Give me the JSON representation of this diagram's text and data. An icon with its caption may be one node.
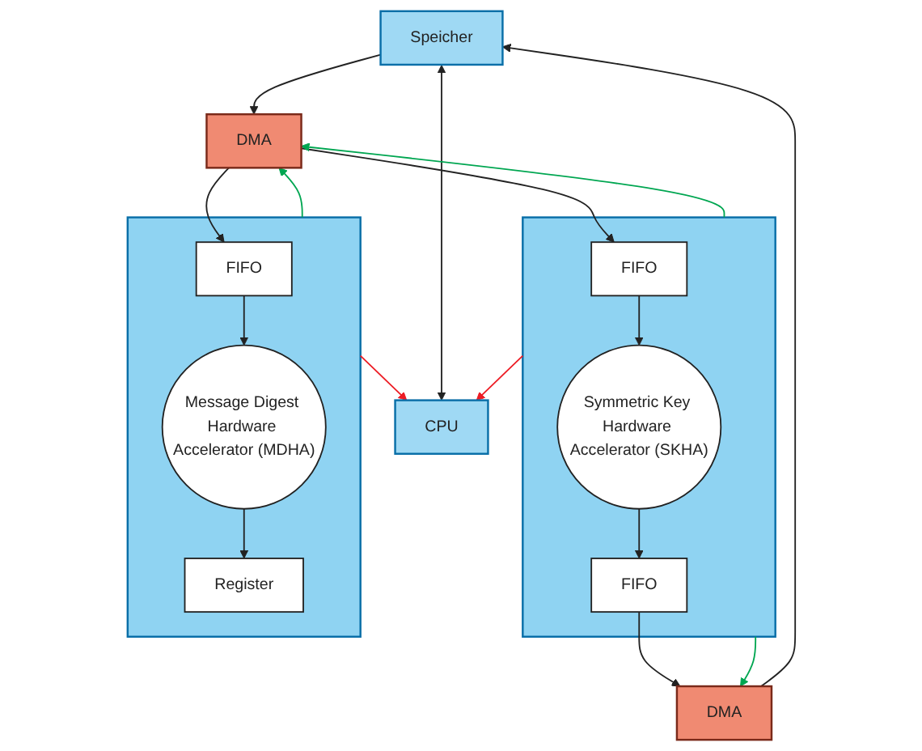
{
  "diagram": {
    "nodes": [
      {
        "text": [
          "Speicher"
        ]
      },
      {
        "text": [
          "CPU"
        ]
      },
      {
        "text": [
          "DMA"
        ]
      },
      {
        "text": [],
        "shape": "box"
      },
      {
        "text": [
          "FIFO"
        ],
        "in": 3
      },
      {
        "text": [
          "Symmetric Key Hardware Accelerator (SKHA)"
        ],
        "in": 3
      },
      {
        "text": [
          "FIFO"
        ],
        "in": 3
      },
      {
        "text": [
          "DMA"
        ]
      },
      {
        "text": [],
        "shape": "box"
      },
      {
        "text": [
          "FIFO"
        ],
        "in": 8
      },
      {
        "text": [
          "Message Digest Hardware Accelerator (MDHA)"
        ],
        "in": 8
      },
      {
        "text": [
          "Register"
        ],
        "in": 8
      }
    ],
    "edges": [
      {
        "from": 0,
        "to": 1,
        "arrow": "both"
      },
      {
        "from": 7,
        "to": 0,
        "arrow": "to"
      },
      {
        "from": 0,
        "to": 2,
        "arrow": "to"
      },
      {
        "from": 2,
        "to": 4,
        "arrow": "to"
      },
      {
        "from": 2,
        "to": 9,
        "arrow": "to"
      },
      {
        "from": 4,
        "to": 5,
        "arrow": "to"
      },
      {
        "from": 5,
        "to": 6,
        "arrow": "to"
      },
      {
        "from": 6,
        "to": 7,
        "arrow": "to"
      },
      {
        "from": 3,
        "to": 2,
        "arrow": "to",
        "color": "#00a651"
      },
      {
        "from": 3,
        "to": 7,
        "arrow": "to",
        "color": "#00a651"
      },
      {
        "from": 8,
        "to": 2,
        "arrow": "to",
        "color": "#00a651"
      },
      {
        "from": 3,
        "to": 1,
        "arrow": "to",
        "color": "#ed1c24"
      },
      {
        "from": 8,
        "to": 1,
        "arrow": "to",
        "color": "#ed1c24"
      },
      {
        "from": 9,
        "to": 10,
        "arrow": "to"
      },
      {
        "from": 10,
        "to": 11,
        "arrow": "to"
      }
    ]
  }
}
